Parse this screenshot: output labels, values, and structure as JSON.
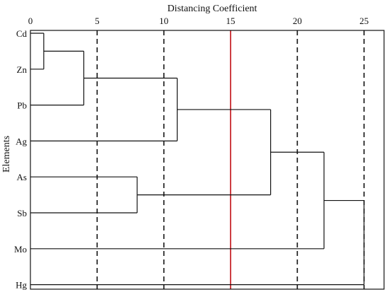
{
  "chart_data": {
    "type": "dendrogram",
    "title": "Distancing Coefficient",
    "xlabel": "Distancing Coefficient",
    "ylabel": "Elements",
    "xlim": [
      0,
      26.5
    ],
    "x_ticks": [
      0,
      5,
      10,
      15,
      20,
      25
    ],
    "x_tick_labels": [
      "0",
      "5",
      "10",
      "15",
      "20",
      "25"
    ],
    "leaves": [
      "Cd",
      "Zn",
      "Pb",
      "Ag",
      "As",
      "Sb",
      "Mo",
      "Hg"
    ],
    "merges": [
      {
        "a": "Cd",
        "b": "Zn",
        "height": 1.0
      },
      {
        "a": "Cd+Zn",
        "b": "Pb",
        "height": 4.0
      },
      {
        "a": "As",
        "b": "Sb",
        "height": 8.0
      },
      {
        "a": "Cd+Zn+Pb",
        "b": "Ag",
        "height": 11.0
      },
      {
        "a": "Cd+Zn+Pb+Ag",
        "b": "As+Sb",
        "height": 18.0
      },
      {
        "a": "Cd+Zn+Pb+Ag+As+Sb",
        "b": "Mo",
        "height": 22.0
      },
      {
        "a": "Cd+Zn+Pb+Ag+As+Sb+Mo",
        "b": "Hg",
        "height": 25.0
      }
    ],
    "reference_lines": {
      "dashed": [
        5,
        10,
        20,
        25
      ],
      "highlight": {
        "value": 15,
        "color": "#c8282d"
      }
    },
    "grid": false
  }
}
